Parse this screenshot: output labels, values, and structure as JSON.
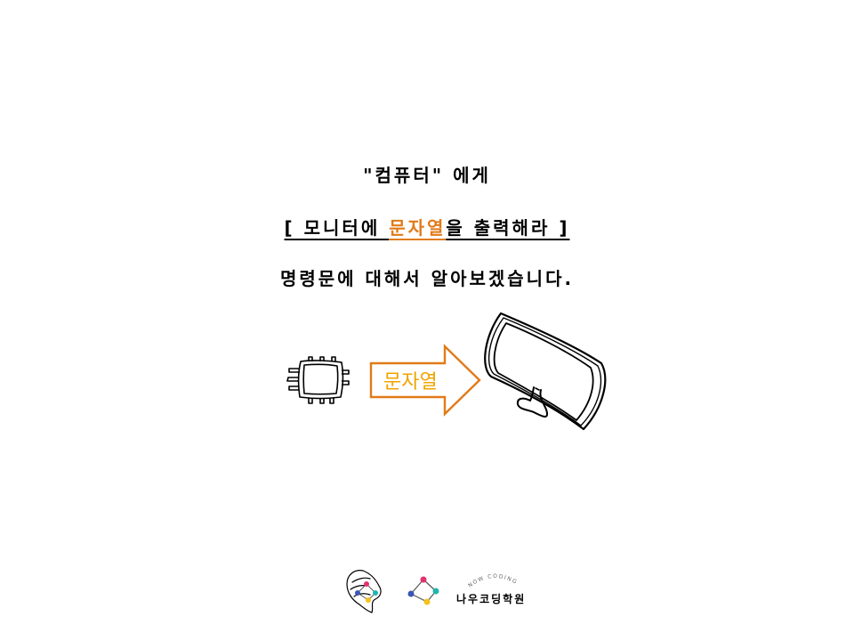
{
  "heading": {
    "line1": "\"컴퓨터\" 에게",
    "line2_prefix": "[ 모니터에 ",
    "line2_highlight": "문자열",
    "line2_suffix": "을 출력해라 ]",
    "line3": "명령문에 대해서 알아보겠습니다."
  },
  "diagram": {
    "source_icon": "cpu-chip-icon",
    "arrow_label": "문자열",
    "target_icon": "monitor-icon"
  },
  "footer": {
    "brand_english": "NOW CODING",
    "brand_korean": "나우코딩학원",
    "logo_icon": "hand-network-logo-icon"
  },
  "colors": {
    "accent_orange": "#e07b18",
    "arrow_text": "#f0a400",
    "dot_pink": "#e4316f",
    "dot_teal": "#1fb6b0",
    "dot_blue": "#3a55b4",
    "dot_yellow": "#f4c21b"
  }
}
